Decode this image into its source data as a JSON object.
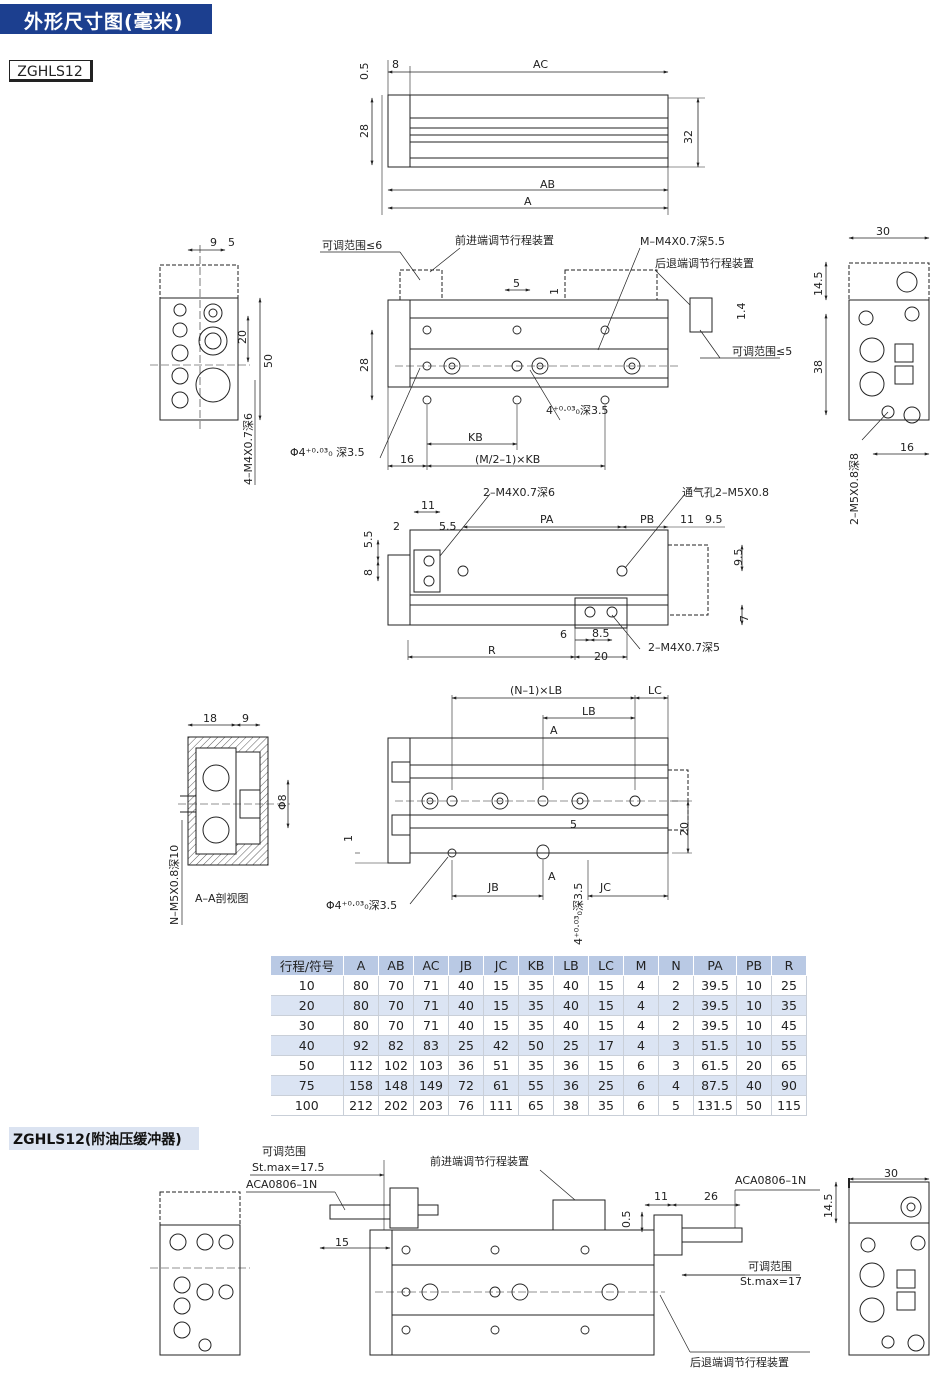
{
  "header": {
    "title": "外形尺寸图(毫米)",
    "model": "ZGHLS12"
  },
  "top_view": {
    "d_05": "0.5",
    "d_8": "8",
    "d_AC": "AC",
    "d_28": "28",
    "d_32": "32",
    "d_AB": "AB",
    "d_A": "A"
  },
  "front_view": {
    "adj_front": "可调范围≤6",
    "front_device": "前进端调节行程装置",
    "thread_m": "M–M4X0.7深5.5",
    "rear_device": "后退端调节行程装置",
    "adj_rear": "可调范围≤5",
    "d_5": "5",
    "d_1": "1",
    "d_14": "1.4",
    "d_28": "28",
    "hole_spec": "4⁺⁰·⁰³₀深3.5",
    "phi_spec": "Φ4⁺⁰·⁰³₀ 深3.5",
    "d_KB": "KB",
    "d_16": "16",
    "d_M2": "(M/2–1)×KB"
  },
  "left_view": {
    "d_9": "9",
    "d_5": "5",
    "d_20": "20",
    "d_50": "50",
    "thread": "4–M4X0.7深6"
  },
  "right_view": {
    "d_30": "30",
    "d_145": "14.5",
    "d_38": "38",
    "d_16": "16",
    "thread": "2–M5X0.8深8"
  },
  "bottom_view": {
    "thread_a": "2–M4X0.7深6",
    "air_port": "通气孔2–M5X0.8",
    "d_11": "11",
    "d_2": "2",
    "d_55": "5.5",
    "d_55v": "5.5",
    "d_PA": "PA",
    "d_PB": "PB",
    "d_11b": "11",
    "d_95": "9.5",
    "d_95v": "9.5",
    "d_8": "8",
    "d_7": "7",
    "d_6": "6",
    "d_85": "8.5",
    "d_R": "R",
    "d_20": "20",
    "thread_b": "2–M4X0.7深5"
  },
  "section": {
    "d_18": "18",
    "d_9": "9",
    "d_phi8": "Φ8",
    "thread": "N–M5X0.8深10",
    "label": "A–A剖视图"
  },
  "side_view": {
    "d_NLB": "(N–1)×LB",
    "d_LC": "LC",
    "d_LB": "LB",
    "d_A": "A",
    "d_5": "5",
    "d_20": "20",
    "d_1": "1",
    "d_JB": "JB",
    "d_A2": "A",
    "d_JC": "JC",
    "d_hole": "4⁺⁰·⁰³₀深3.5",
    "phi_spec": "Φ4⁺⁰·⁰³₀深3.5"
  },
  "table": {
    "headers": [
      "行程/符号",
      "A",
      "AB",
      "AC",
      "JB",
      "JC",
      "KB",
      "LB",
      "LC",
      "M",
      "N",
      "PA",
      "PB",
      "R"
    ],
    "rows": [
      [
        "10",
        "80",
        "70",
        "71",
        "40",
        "15",
        "35",
        "40",
        "15",
        "4",
        "2",
        "39.5",
        "10",
        "25"
      ],
      [
        "20",
        "80",
        "70",
        "71",
        "40",
        "15",
        "35",
        "40",
        "15",
        "4",
        "2",
        "39.5",
        "10",
        "35"
      ],
      [
        "30",
        "80",
        "70",
        "71",
        "40",
        "15",
        "35",
        "40",
        "15",
        "4",
        "2",
        "39.5",
        "10",
        "45"
      ],
      [
        "40",
        "92",
        "82",
        "83",
        "25",
        "42",
        "50",
        "25",
        "17",
        "4",
        "3",
        "51.5",
        "10",
        "55"
      ],
      [
        "50",
        "112",
        "102",
        "103",
        "36",
        "51",
        "35",
        "36",
        "15",
        "6",
        "3",
        "61.5",
        "20",
        "65"
      ],
      [
        "75",
        "158",
        "148",
        "149",
        "72",
        "61",
        "55",
        "36",
        "25",
        "6",
        "4",
        "87.5",
        "40",
        "90"
      ],
      [
        "100",
        "212",
        "202",
        "203",
        "76",
        "111",
        "65",
        "38",
        "35",
        "6",
        "5",
        "131.5",
        "50",
        "115"
      ]
    ]
  },
  "variant": {
    "title": "ZGHLS12(附油压缓冲器)",
    "adj_label": "可调范围",
    "stmax_a": "St.max=17.5",
    "aca_a": "ACA0806–1N",
    "front_device": "前进端调节行程装置",
    "aca_b": "ACA0806–1N",
    "d_11": "11",
    "d_26": "26",
    "d_05": "0.5",
    "d_15": "15",
    "adj_label_b": "可调范围",
    "stmax_b": "St.max=17",
    "rear_device": "后退端调节行程装置",
    "d_30": "30",
    "d_145": "14.5"
  },
  "colors": {
    "banner": "#1c3f8f",
    "table_header": "#b9c9e4",
    "row_shade": "#dbe4f3",
    "section_bar": "#dbe3f1"
  }
}
